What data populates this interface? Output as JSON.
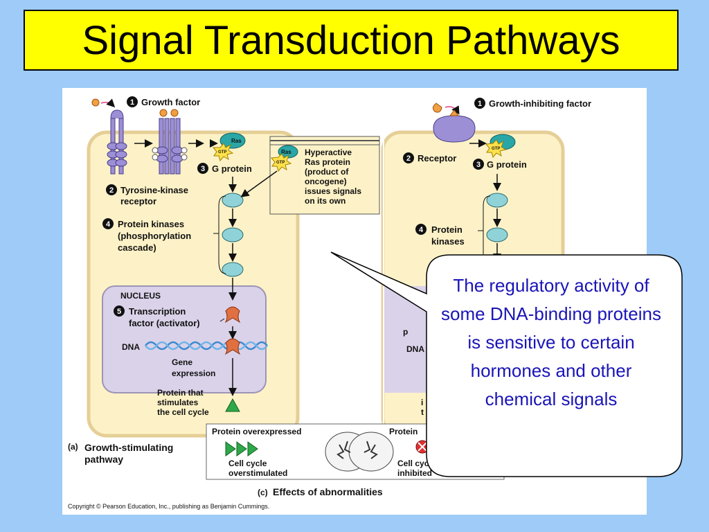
{
  "title": "Signal Transduction Pathways",
  "left_pathway": {
    "growth_factor": "Growth factor",
    "ras": "Ras",
    "gtp": "GTP",
    "g_protein": "G protein",
    "receptor_line1": "Tyrosine-kinase",
    "receptor_line2": "receptor",
    "kinases_line1": "Protein kinases",
    "kinases_line2": "(phosphorylation",
    "kinases_line3": "cascade)",
    "nucleus": "NUCLEUS",
    "tf_line1": "Transcription",
    "tf_line2": "factor (activator)",
    "dna": "DNA",
    "gene_line1": "Gene",
    "gene_line2": "expression",
    "protein_line1": "Protein that",
    "protein_line2": "stimulates",
    "protein_line3": "the cell cycle",
    "caption_a": "(a)",
    "caption_line1": "Growth-stimulating",
    "caption_line2": "pathway"
  },
  "hyperactive": {
    "ras": "Ras",
    "gtp": "GTP",
    "line1": "Hyperactive",
    "line2": "Ras protein",
    "line3": "(product of",
    "line4": "oncogene)",
    "line5": "issues signals",
    "line6": "on its own"
  },
  "right_pathway": {
    "inhibiting_factor": "Growth-inhibiting factor",
    "gtp": "GTP",
    "receptor": "Receptor",
    "g_protein": "G protein",
    "kinases_line1": "Protein",
    "kinases_line2": "kinases",
    "partial_p": "p",
    "partial_dna": "DNA",
    "partial_i": "i",
    "partial_t": "t"
  },
  "effects": {
    "overexpressed": "Protein overexpressed",
    "cc_line1": "Cell cycle",
    "cc_line2": "overstimulated",
    "protein_partial": "Protein",
    "inh_line1": "Cell cyc",
    "inh_line2": "inhibited",
    "caption_c": "(c)",
    "caption": "Effects of abnormalities"
  },
  "copyright": "Copyright © Pearson Education, Inc., publishing as Benjamin Cummings.",
  "callout": "The regulatory activity of some DNA-binding proteins is sensitive to certain hormones and other chemical signals",
  "step_numbers": [
    "1",
    "2",
    "3",
    "4",
    "5"
  ],
  "colors": {
    "background": "#9ecbf7",
    "title_bg": "#ffff00",
    "cell": "#fdf2c7",
    "cell_border": "#e5cf96",
    "nucleus": "#dad2e9",
    "kinase": "#8fd3d8",
    "activator": "#e07040",
    "callout_text": "#1a14b8",
    "arrow_green": "#2ea84a"
  }
}
